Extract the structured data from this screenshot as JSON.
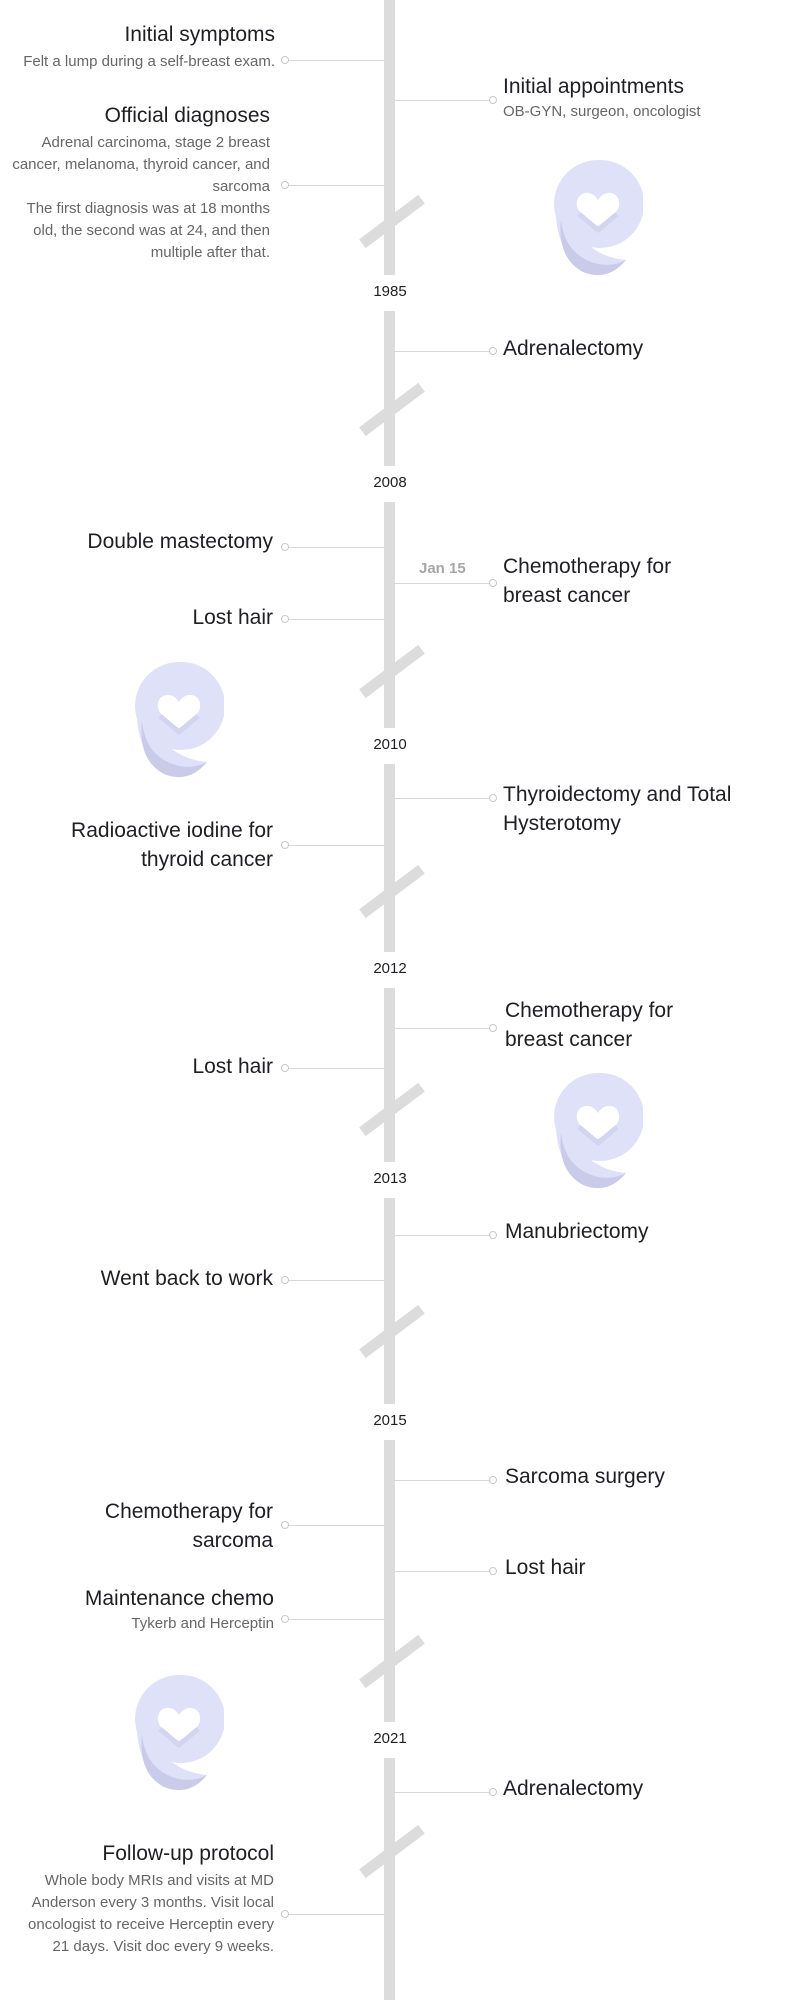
{
  "years": [
    "1985",
    "2008",
    "2010",
    "2012",
    "2013",
    "2015",
    "2021"
  ],
  "events": {
    "initial_symptoms": {
      "title": "Initial symptoms",
      "desc": "Felt a lump during a self-breast exam."
    },
    "official_diagnoses": {
      "title": "Official diagnoses",
      "desc1": "Adrenal carcinoma, stage 2 breast cancer, melanoma, thyroid cancer, and sarcoma",
      "desc2": "The first diagnosis was at 18 months old, the second was at 24, and then multiple after that."
    },
    "initial_appointments": {
      "title": "Initial appointments",
      "desc": "OB-GYN, surgeon, oncologist"
    },
    "adrenalectomy_1": {
      "title": "Adrenalectomy"
    },
    "double_mastectomy": {
      "title": "Double mastectomy"
    },
    "chemo_breast_1": {
      "title": "Chemotherapy for breast cancer",
      "date": "Jan 15"
    },
    "lost_hair_1": {
      "title": "Lost hair"
    },
    "thyroidectomy": {
      "title": "Thyroidectomy and Total Hysterotomy"
    },
    "radioactive_iodine": {
      "title": "Radioactive iodine for thyroid cancer"
    },
    "chemo_breast_2": {
      "title": "Chemotherapy for breast cancer"
    },
    "lost_hair_2": {
      "title": "Lost hair"
    },
    "manubriectomy": {
      "title": "Manubriectomy"
    },
    "back_to_work": {
      "title": "Went back to work"
    },
    "sarcoma_surgery": {
      "title": "Sarcoma surgery"
    },
    "chemo_sarcoma": {
      "title": "Chemotherapy for sarcoma"
    },
    "lost_hair_3": {
      "title": "Lost hair"
    },
    "maintenance_chemo": {
      "title": "Maintenance chemo",
      "desc": "Tykerb and Herceptin"
    },
    "adrenalectomy_2": {
      "title": "Adrenalectomy"
    },
    "follow_up": {
      "title": "Follow-up protocol",
      "desc": "Whole body MRIs and visits at MD Anderson every 3 months. Visit local oncologist to receive Herceptin every 21 days. Visit doc every 9 weeks."
    }
  },
  "icons": {
    "decoration": "heart-speech-bubble-icon"
  },
  "colors": {
    "spine": "#dcdcdc",
    "accent_icon": "#dfe1f8",
    "accent_icon_shadow": "#c9cbe8"
  }
}
